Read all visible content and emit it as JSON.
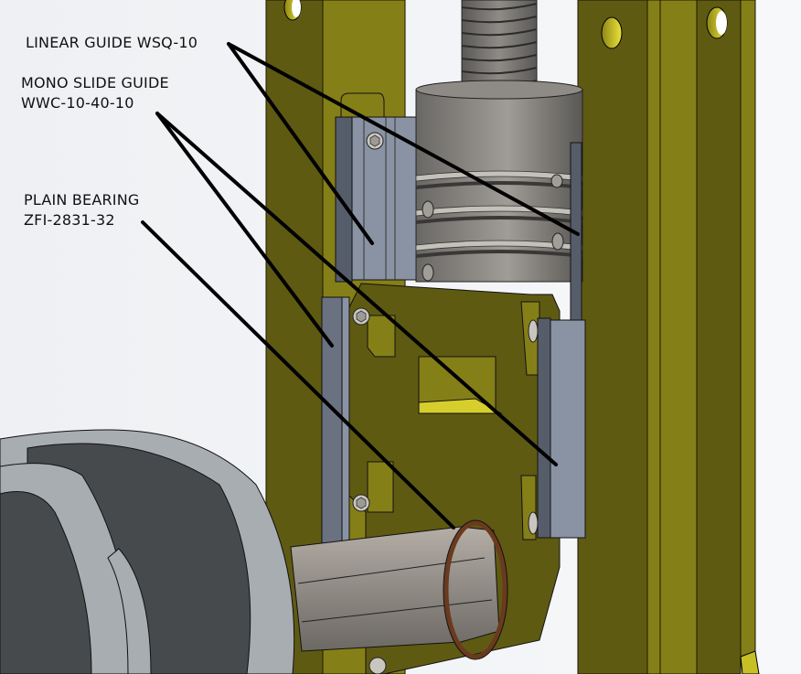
{
  "diagram": {
    "type": "CAD assembly render with callout annotations",
    "background_color": "#f4f5f7",
    "colors": {
      "frame_dark": "#5f5a12",
      "frame_mid": "#857f18",
      "frame_light": "#a59e22",
      "hole_yellow": "#e0d830",
      "guide_blue_gray": "#8a93a3",
      "guide_dark": "#565d6a",
      "coupling_gray": "#7d7a76",
      "shaft_gray": "#9a9590",
      "bearing_brown": "#6b3a1e",
      "wheel_dark": "#474a4d",
      "wheel_light": "#a8adb1",
      "leader_line": "#000000"
    },
    "callouts": [
      {
        "id": "linear-guide",
        "lines": [
          "LINEAR GUIDE WSQ-10"
        ],
        "targets": 2
      },
      {
        "id": "mono-slide-guide",
        "lines": [
          "MONO SLIDE GUIDE",
          "WWC-10-40-10"
        ],
        "targets": 2
      },
      {
        "id": "plain-bearing",
        "lines": [
          "PLAIN BEARING",
          "ZFI-2831-32"
        ],
        "targets": 1
      }
    ]
  },
  "labels": {
    "linear_guide_line1": "LINEAR GUIDE WSQ-10",
    "mono_slide_line1": "MONO SLIDE GUIDE",
    "mono_slide_line2": "WWC-10-40-10",
    "plain_bearing_line1": "PLAIN BEARING",
    "plain_bearing_line2": "ZFI-2831-32"
  }
}
